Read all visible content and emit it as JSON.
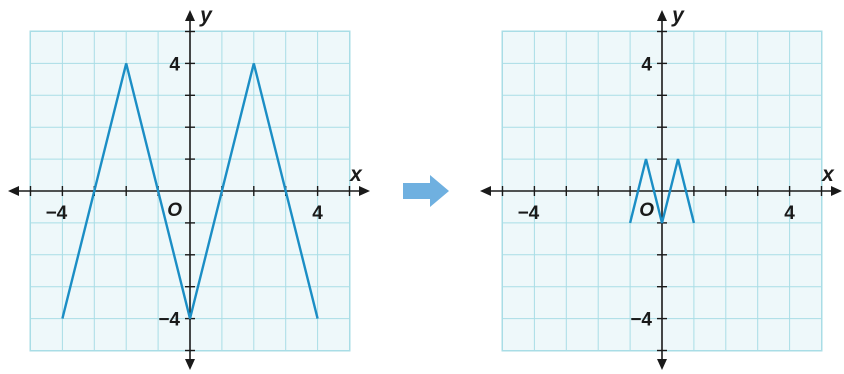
{
  "graphs": [
    {
      "id": "left",
      "x_axis_label": "x",
      "y_axis_label": "y",
      "origin_label": "O",
      "x_tick_labels": [
        {
          "value": -4,
          "text": "−4"
        },
        {
          "value": 4,
          "text": "4"
        }
      ],
      "y_tick_labels": [
        {
          "value": 4,
          "text": "4"
        },
        {
          "value": -4,
          "text": "−4"
        }
      ],
      "xlim": [
        -5,
        5
      ],
      "ylim": [
        -5,
        5
      ],
      "curve": [
        [
          -4,
          -4
        ],
        [
          -2,
          4
        ],
        [
          0,
          -4
        ],
        [
          2,
          4
        ],
        [
          4,
          -4
        ]
      ]
    },
    {
      "id": "right",
      "x_axis_label": "x",
      "y_axis_label": "y",
      "origin_label": "O",
      "x_tick_labels": [
        {
          "value": -4,
          "text": "−4"
        },
        {
          "value": 4,
          "text": "4"
        }
      ],
      "y_tick_labels": [
        {
          "value": 4,
          "text": "4"
        },
        {
          "value": -4,
          "text": "−4"
        }
      ],
      "xlim": [
        -5,
        5
      ],
      "ylim": [
        -5,
        5
      ],
      "curve": [
        [
          -1,
          -1
        ],
        [
          -0.5,
          1
        ],
        [
          0,
          -1
        ],
        [
          0.5,
          1
        ],
        [
          1,
          -1
        ]
      ]
    }
  ],
  "colors": {
    "curve": "#1b8ec5",
    "grid": "#a9dde6",
    "arrow": "#6fb0e0"
  },
  "transform_arrow_icon": "right-arrow-icon"
}
